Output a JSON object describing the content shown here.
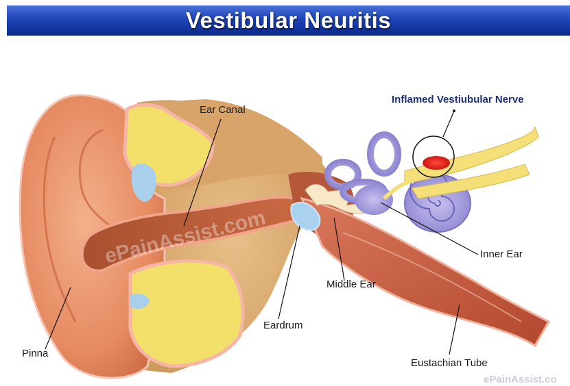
{
  "title": "Vestibular Neuritis",
  "labels": {
    "inflamed_nerve": "Inflamed Vestiubular Nerve",
    "ear_canal": "Ear Canal",
    "inner_ear": "Inner Ear",
    "middle_ear": "Middle Ear",
    "eardrum": "Eardrum",
    "pinna": "Pinna",
    "eustachian_tube": "Eustachian Tube"
  },
  "watermarks": {
    "center": "ePainAssist.com",
    "corner": "ePainAssist.co"
  },
  "colors": {
    "banner": "#1f45b8",
    "highlight_label": "#1c2f7a",
    "skin": "#e8926a",
    "bone": "#f2e27a",
    "inner_ear": "#9b94d8",
    "inflammation": "#e01818"
  }
}
